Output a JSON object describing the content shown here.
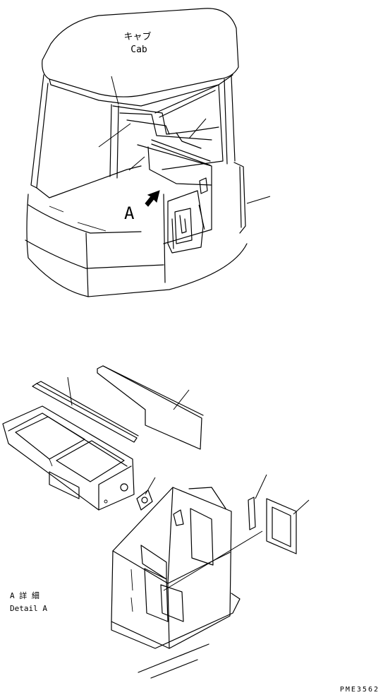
{
  "labels": {
    "cab_jp": "キャブ",
    "cab_en": "Cab",
    "view_marker": "A",
    "detail_jp": "A 詳 細",
    "detail_en": "Detail A",
    "drawing_code": "PME3562"
  },
  "colors": {
    "line": "#000000",
    "background": "#ffffff"
  }
}
